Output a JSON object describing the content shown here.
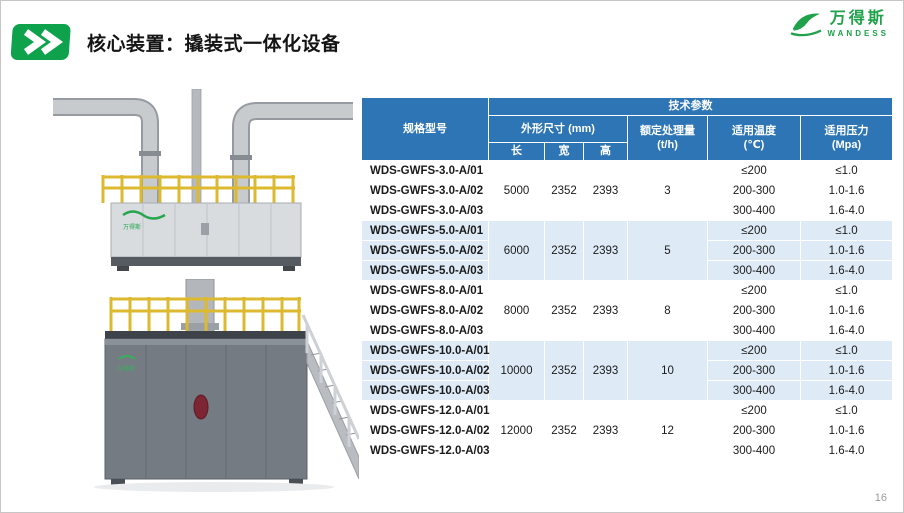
{
  "title_bar": {
    "title": "核心装置：撬装式一体化设备"
  },
  "logo": {
    "name_cn": "万得斯",
    "name_en": "WANDESS",
    "brand_green": "#1fa24a"
  },
  "figures": {
    "brand_mark": "万得斯"
  },
  "footer": {
    "page_number": "16"
  },
  "table": {
    "colors": {
      "header_blue": "#2e75b6",
      "shaded_row_blue": "#deebf7"
    },
    "tech_params_header": "技术参数",
    "model_header": "规格型号",
    "dims_header": "外形尺寸 (mm)",
    "col_length": "长",
    "col_width": "宽",
    "col_height": "高",
    "capacity_header": "额定处理量",
    "capacity_unit": "(t/h)",
    "temp_header": "适用温度",
    "temp_unit": "(℃)",
    "pressure_header": "适用压力",
    "pressure_unit": "(Mpa)",
    "groups": [
      {
        "l": "5000",
        "w": "2352",
        "h": "2393",
        "capacity": "3",
        "rows": [
          {
            "model": "WDS-GWFS-3.0-A/01",
            "temp": "≤200",
            "pressure": "≤1.0"
          },
          {
            "model": "WDS-GWFS-3.0-A/02",
            "temp": "200-300",
            "pressure": "1.0-1.6"
          },
          {
            "model": "WDS-GWFS-3.0-A/03",
            "temp": "300-400",
            "pressure": "1.6-4.0"
          }
        ]
      },
      {
        "l": "6000",
        "w": "2352",
        "h": "2393",
        "capacity": "5",
        "rows": [
          {
            "model": "WDS-GWFS-5.0-A/01",
            "temp": "≤200",
            "pressure": "≤1.0"
          },
          {
            "model": "WDS-GWFS-5.0-A/02",
            "temp": "200-300",
            "pressure": "1.0-1.6"
          },
          {
            "model": "WDS-GWFS-5.0-A/03",
            "temp": "300-400",
            "pressure": "1.6-4.0"
          }
        ]
      },
      {
        "l": "8000",
        "w": "2352",
        "h": "2393",
        "capacity": "8",
        "rows": [
          {
            "model": "WDS-GWFS-8.0-A/01",
            "temp": "≤200",
            "pressure": "≤1.0"
          },
          {
            "model": "WDS-GWFS-8.0-A/02",
            "temp": "200-300",
            "pressure": "1.0-1.6"
          },
          {
            "model": "WDS-GWFS-8.0-A/03",
            "temp": "300-400",
            "pressure": "1.6-4.0"
          }
        ]
      },
      {
        "l": "10000",
        "w": "2352",
        "h": "2393",
        "capacity": "10",
        "rows": [
          {
            "model": "WDS-GWFS-10.0-A/01",
            "temp": "≤200",
            "pressure": "≤1.0"
          },
          {
            "model": "WDS-GWFS-10.0-A/02",
            "temp": "200-300",
            "pressure": "1.0-1.6"
          },
          {
            "model": "WDS-GWFS-10.0-A/03",
            "temp": "300-400",
            "pressure": "1.6-4.0"
          }
        ]
      },
      {
        "l": "12000",
        "w": "2352",
        "h": "2393",
        "capacity": "12",
        "rows": [
          {
            "model": "WDS-GWFS-12.0-A/01",
            "temp": "≤200",
            "pressure": "≤1.0"
          },
          {
            "model": "WDS-GWFS-12.0-A/02",
            "temp": "200-300",
            "pressure": "1.0-1.6"
          },
          {
            "model": "WDS-GWFS-12.0-A/03",
            "temp": "300-400",
            "pressure": "1.6-4.0"
          }
        ]
      }
    ]
  }
}
